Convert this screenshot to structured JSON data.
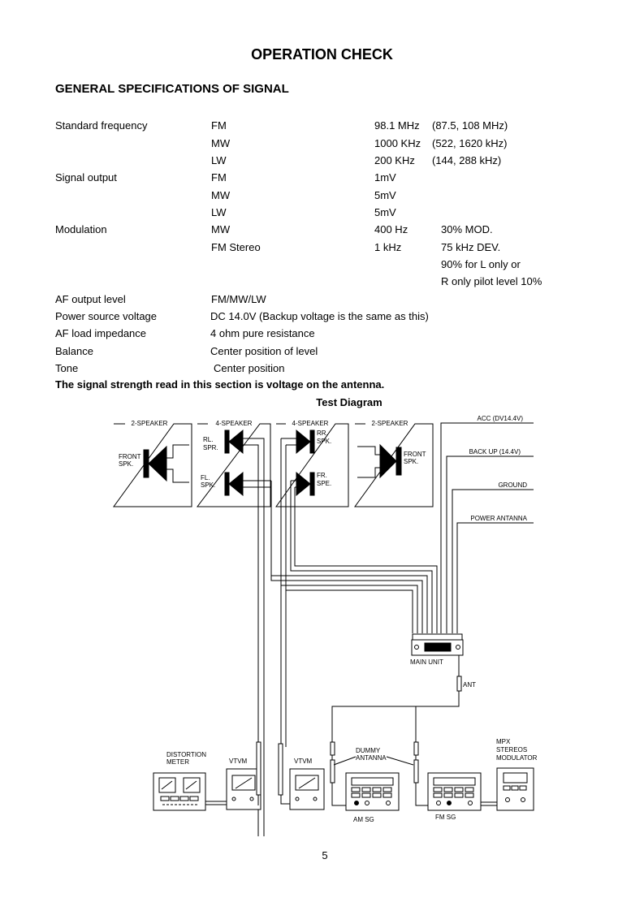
{
  "page": {
    "title": "OPERATION CHECK",
    "section_title": "GENERAL SPECIFICATIONS OF SIGNAL",
    "note": "The signal strength read in this section is voltage on the antenna.",
    "diagram_title": "Test Diagram",
    "page_number": "5"
  },
  "specs": {
    "standard_frequency": {
      "label": "Standard frequency",
      "rows": [
        {
          "band": "FM",
          "value": "98.1 MHz",
          "range": "(87.5, 108 MHz)"
        },
        {
          "band": "MW",
          "value": "1000 KHz",
          "range": "(522, 1620 kHz)"
        },
        {
          "band": "LW",
          "value": "200 KHz",
          "range": "(144, 288 kHz)"
        }
      ]
    },
    "signal_output": {
      "label": "Signal output",
      "rows": [
        {
          "band": "FM",
          "value": "1mV"
        },
        {
          "band": "MW",
          "value": "5mV"
        },
        {
          "band": "LW",
          "value": "5mV"
        }
      ]
    },
    "modulation": {
      "label": "Modulation",
      "rows": [
        {
          "band": "MW",
          "value": "400 Hz",
          "detail": "30% MOD."
        },
        {
          "band": "FM Stereo",
          "value": "1 kHz",
          "detail": "75 kHz DEV."
        }
      ],
      "extra_lines": [
        "90% for L only or",
        "R only pilot level 10%"
      ]
    },
    "af_output_level": {
      "label": "AF output level",
      "value": "FM/MW/LW"
    },
    "power_source_voltage": {
      "label": "Power source voltage",
      "value": "DC 14.0V (Backup voltage is the same as this)"
    },
    "af_load_impedance": {
      "label": "AF load impedance",
      "value": "4 ohm pure resistance"
    },
    "balance": {
      "label": "Balance",
      "value": "Center position of level"
    },
    "tone": {
      "label": "Tone",
      "value": "Center position"
    }
  },
  "diagram": {
    "speaker_boxes": [
      "2-SPEAKER",
      "4-SPEAKER",
      "4-SPEAKER",
      "2-SPEAKER"
    ],
    "speakers": {
      "front_left": [
        "FRONT",
        "SPK."
      ],
      "rear_left": [
        "RL.",
        "SPR."
      ],
      "front_left_4": [
        "FL.",
        "SPK."
      ],
      "rear_right": [
        "RR.",
        "SPK."
      ],
      "front_right_4": [
        "FR.",
        "SPE."
      ],
      "front_right": [
        "FRONT",
        "SPK."
      ]
    },
    "wires": [
      "ACC (DV14.4V)",
      "BACK UP (14.4V)",
      "GROUND",
      "POWER ANTANNA"
    ],
    "main_unit": "MAIN UNIT",
    "ant": "ANT",
    "distortion_meter": [
      "DISTORTION",
      "METER"
    ],
    "vtvm_1": "VTVM",
    "vtvm_2": "VTVM",
    "dummy_antenna": [
      "DUMMY",
      "ANTANNA"
    ],
    "am_sg": "AM SG",
    "fm_sg": "FM SG",
    "mpx_modulator": [
      "MPX",
      "STEREOS",
      "MODULATOR"
    ]
  }
}
